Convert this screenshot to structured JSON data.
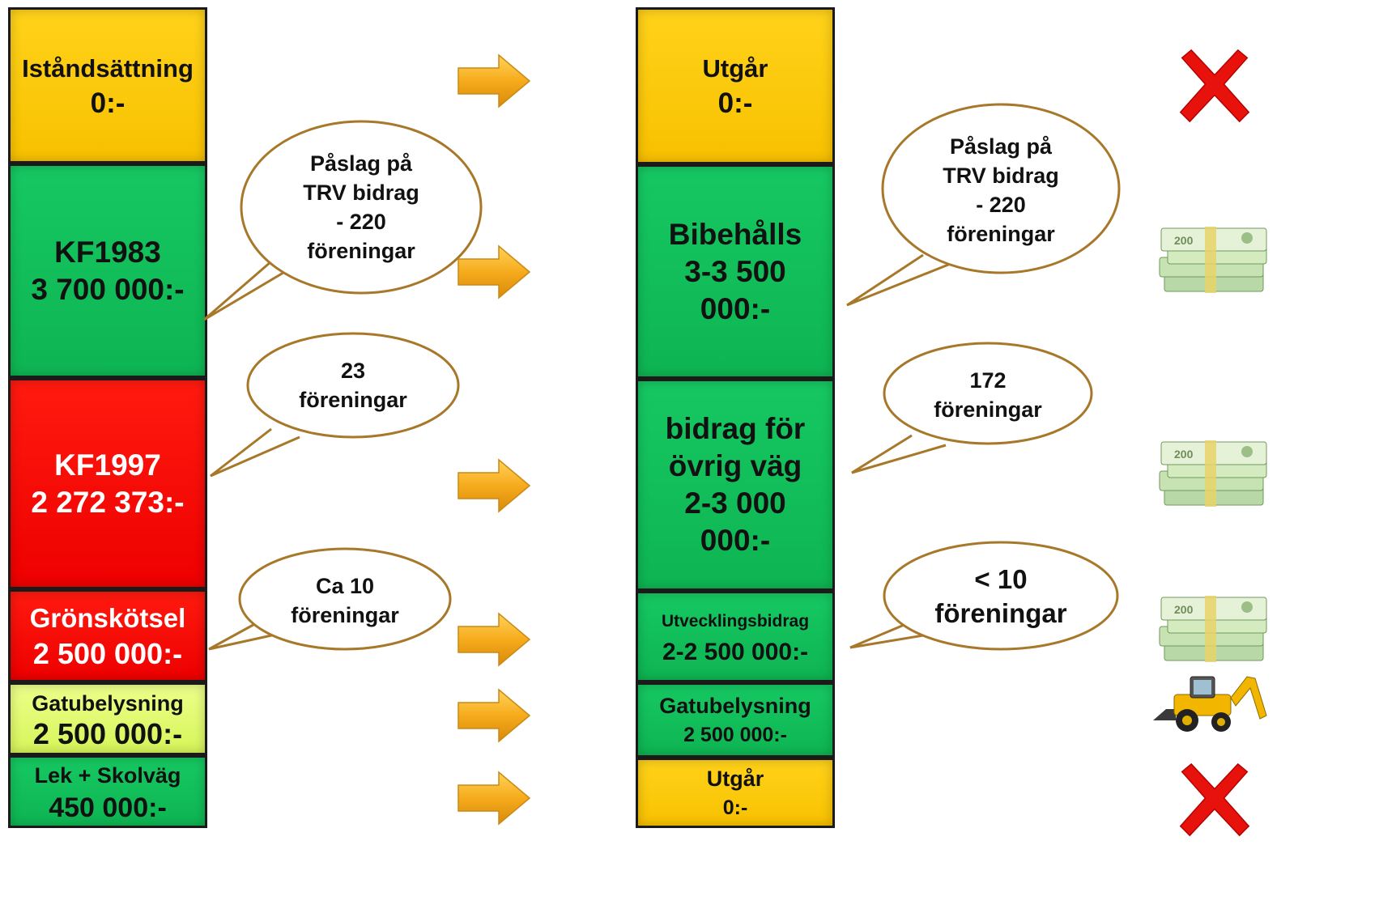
{
  "left_column": [
    {
      "title": "Iståndsättning",
      "amount": "0:-"
    },
    {
      "title": "KF1983",
      "amount": "3 700 000:-"
    },
    {
      "title": "KF1997",
      "amount": "2 272 373:-"
    },
    {
      "title": "Grönskötsel",
      "amount": "2 500 000:-"
    },
    {
      "title": "Gatubelysning",
      "amount": "2 500 000:-"
    },
    {
      "title": "Lek + Skolväg",
      "amount": "450 000:-"
    }
  ],
  "right_column": [
    {
      "line1": "Utgår",
      "line2": "0:-"
    },
    {
      "line1": "Bibehålls",
      "line2": "3-3 500",
      "line3": "000:-"
    },
    {
      "line1": "bidrag för",
      "line2": "övrig väg",
      "line3": "2-3 000",
      "line4": "000:-"
    },
    {
      "line1": "Utvecklingsbidrag",
      "line2": "2-2 500 000:-"
    },
    {
      "line1": "Gatubelysning",
      "line2": "2 500 000:-"
    },
    {
      "line1": "Utgår",
      "line2": "0:-"
    }
  ],
  "left_bubbles": [
    {
      "lines": [
        "Påslag på",
        "TRV bidrag",
        "- 220",
        "föreningar"
      ]
    },
    {
      "lines": [
        "23",
        "föreningar"
      ]
    },
    {
      "lines": [
        "Ca 10",
        "föreningar"
      ]
    }
  ],
  "right_bubbles": [
    {
      "lines": [
        "Påslag på",
        "TRV bidrag",
        "- 220",
        "föreningar"
      ]
    },
    {
      "lines": [
        "172",
        "föreningar"
      ]
    },
    {
      "lines": [
        "< 10",
        "föreningar"
      ]
    }
  ],
  "outcome_icons": [
    "red-x-icon",
    "money-stack-icon",
    "money-stack-icon",
    "money-stack-icon",
    "backhoe-loader-icon",
    "red-x-icon"
  ],
  "colors": {
    "yellow": "#f8c100",
    "green": "#0eb552",
    "red": "#ee0000",
    "lime": "#d7f55a",
    "arrow": "#f4a81c",
    "bubble_border": "#a8782a",
    "cross": "#e8120c"
  }
}
